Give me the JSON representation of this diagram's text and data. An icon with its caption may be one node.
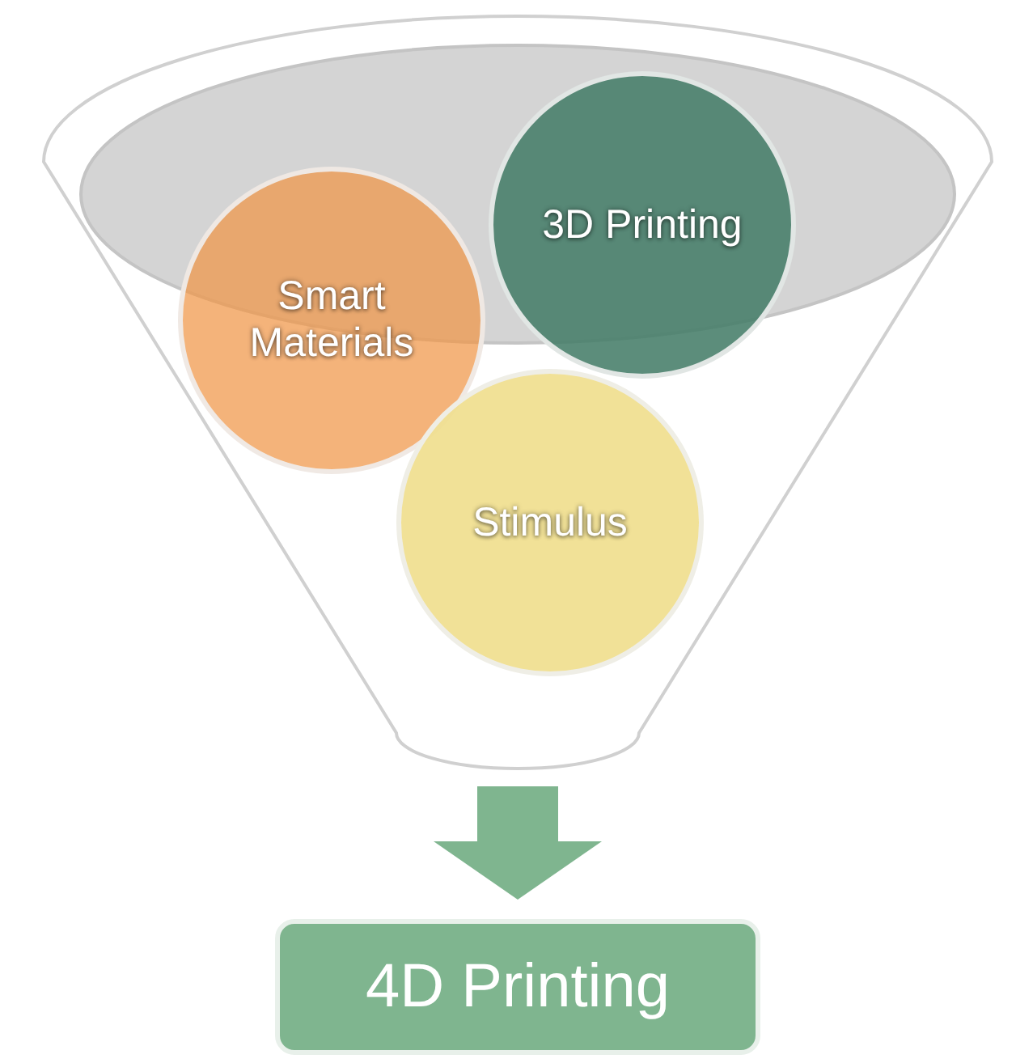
{
  "diagram": {
    "nodes": [
      {
        "text": [],
        "shape": "funnel"
      },
      {
        "text": [
          "Smart Materials"
        ],
        "in": 0
      },
      {
        "text": [
          "3D Printing"
        ],
        "in": 0
      },
      {
        "text": [
          "Stimulus"
        ],
        "in": 0
      },
      {
        "text": [
          "4D Printing"
        ]
      }
    ],
    "edges": [
      {
        "from": 0,
        "to": 4,
        "arrow": "to"
      }
    ]
  }
}
